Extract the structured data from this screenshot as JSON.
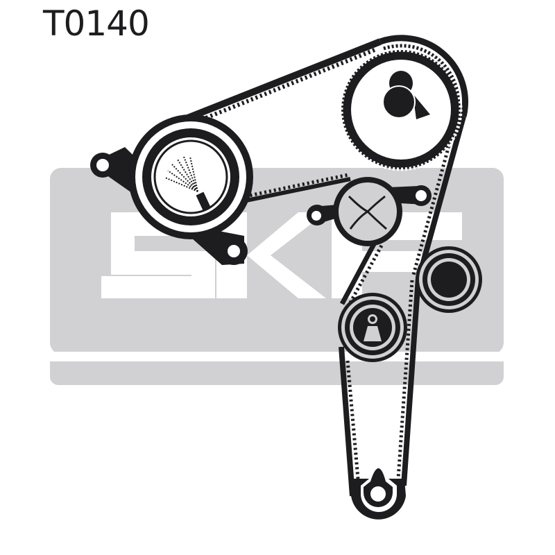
{
  "title": {
    "part_code": "T0140"
  },
  "logo": {
    "brand_text": "SKF",
    "background_color": "#d1d0d2",
    "letter_color": "#ffffff"
  },
  "diagram": {
    "description": "Timing belt kit layout",
    "ink_color": "#1d1d1f",
    "components": [
      {
        "id": "camshaft-sprocket",
        "label": "Camshaft sprocket"
      },
      {
        "id": "tensioner-pulley",
        "label": "Tensioner pulley with mounting plate"
      },
      {
        "id": "water-pump",
        "label": "Water pump"
      },
      {
        "id": "idler-pulley-right",
        "label": "Idler pulley"
      },
      {
        "id": "idler-pulley-lower",
        "label": "Idler pulley"
      },
      {
        "id": "crankshaft-sprocket",
        "label": "Crankshaft sprocket"
      },
      {
        "id": "timing-belt",
        "label": "Toothed timing belt"
      }
    ]
  }
}
